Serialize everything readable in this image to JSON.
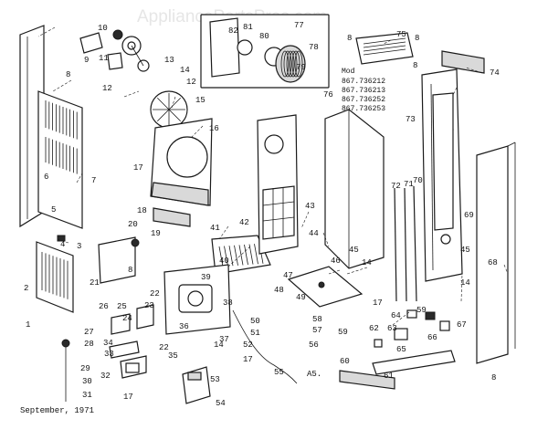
{
  "watermark": "AppliancePartsPros.com",
  "footer_date": "September, 1971",
  "model_box": {
    "header": "Mod",
    "models": [
      "867.736212",
      "867.736213",
      "867.736252",
      "867.736253"
    ]
  },
  "callouts": [
    {
      "id": "c9",
      "text": "9"
    },
    {
      "id": "c10",
      "text": "10"
    },
    {
      "id": "c11",
      "text": "11"
    },
    {
      "id": "c12a",
      "text": "12"
    },
    {
      "id": "c12b",
      "text": "12"
    },
    {
      "id": "c13",
      "text": "13"
    },
    {
      "id": "c14a",
      "text": "14"
    },
    {
      "id": "c15",
      "text": "15"
    },
    {
      "id": "c16",
      "text": "16"
    },
    {
      "id": "c17a",
      "text": "17"
    },
    {
      "id": "c18",
      "text": "18"
    },
    {
      "id": "c19",
      "text": "19"
    },
    {
      "id": "c20",
      "text": "20"
    },
    {
      "id": "c8a",
      "text": "8"
    },
    {
      "id": "c6",
      "text": "6"
    },
    {
      "id": "c7",
      "text": "7"
    },
    {
      "id": "c5",
      "text": "5"
    },
    {
      "id": "c4",
      "text": "4"
    },
    {
      "id": "c3",
      "text": "3"
    },
    {
      "id": "c2",
      "text": "2"
    },
    {
      "id": "c1",
      "text": "1"
    },
    {
      "id": "c21",
      "text": "21"
    },
    {
      "id": "c22a",
      "text": "22"
    },
    {
      "id": "c8b",
      "text": "8"
    },
    {
      "id": "c26",
      "text": "26"
    },
    {
      "id": "c25",
      "text": "25"
    },
    {
      "id": "c24",
      "text": "24"
    },
    {
      "id": "c23",
      "text": "23"
    },
    {
      "id": "c27",
      "text": "27"
    },
    {
      "id": "c28",
      "text": "28"
    },
    {
      "id": "c29",
      "text": "29"
    },
    {
      "id": "c30",
      "text": "30"
    },
    {
      "id": "c31",
      "text": "31"
    },
    {
      "id": "c32",
      "text": "32"
    },
    {
      "id": "c33",
      "text": "33"
    },
    {
      "id": "c34",
      "text": "34"
    },
    {
      "id": "c35",
      "text": "35"
    },
    {
      "id": "c22b",
      "text": "22"
    },
    {
      "id": "c36",
      "text": "36"
    },
    {
      "id": "c17b",
      "text": "17"
    },
    {
      "id": "c37",
      "text": "37"
    },
    {
      "id": "c38",
      "text": "38"
    },
    {
      "id": "c39",
      "text": "39"
    },
    {
      "id": "c40",
      "text": "40"
    },
    {
      "id": "c41",
      "text": "41"
    },
    {
      "id": "c42",
      "text": "42"
    },
    {
      "id": "c43",
      "text": "43"
    },
    {
      "id": "c44",
      "text": "44"
    },
    {
      "id": "c45a",
      "text": "45"
    },
    {
      "id": "c46",
      "text": "46"
    },
    {
      "id": "c14b",
      "text": "14"
    },
    {
      "id": "c47",
      "text": "47"
    },
    {
      "id": "c48",
      "text": "48"
    },
    {
      "id": "c49",
      "text": "49"
    },
    {
      "id": "c50",
      "text": "50"
    },
    {
      "id": "c51",
      "text": "51"
    },
    {
      "id": "c52",
      "text": "52"
    },
    {
      "id": "c53",
      "text": "53"
    },
    {
      "id": "c14c",
      "text": "14"
    },
    {
      "id": "c17c",
      "text": "17"
    },
    {
      "id": "c54",
      "text": "54"
    },
    {
      "id": "c55",
      "text": "55"
    },
    {
      "id": "cA5",
      "text": "A5."
    },
    {
      "id": "c56",
      "text": "56"
    },
    {
      "id": "c57",
      "text": "57"
    },
    {
      "id": "c58",
      "text": "58"
    },
    {
      "id": "c59a",
      "text": "59"
    },
    {
      "id": "c17d",
      "text": "17"
    },
    {
      "id": "c60",
      "text": "60"
    },
    {
      "id": "c61",
      "text": "61"
    },
    {
      "id": "c62",
      "text": "62"
    },
    {
      "id": "c63",
      "text": "63"
    },
    {
      "id": "c64",
      "text": "64"
    },
    {
      "id": "c65",
      "text": "65"
    },
    {
      "id": "c66",
      "text": "66"
    },
    {
      "id": "c59b",
      "text": "59"
    },
    {
      "id": "c67",
      "text": "67"
    },
    {
      "id": "c68",
      "text": "68"
    },
    {
      "id": "c69",
      "text": "69"
    },
    {
      "id": "c70",
      "text": "70"
    },
    {
      "id": "c71",
      "text": "71"
    },
    {
      "id": "c72",
      "text": "72"
    },
    {
      "id": "c73",
      "text": "73"
    },
    {
      "id": "c8c",
      "text": "8"
    },
    {
      "id": "c8d",
      "text": "8"
    },
    {
      "id": "c8e",
      "text": "8"
    },
    {
      "id": "c75",
      "text": "75"
    },
    {
      "id": "c74",
      "text": "74"
    },
    {
      "id": "c45b",
      "text": "45"
    },
    {
      "id": "c14d",
      "text": "14"
    },
    {
      "id": "c8f",
      "text": "8"
    },
    {
      "id": "c76",
      "text": "76"
    },
    {
      "id": "c77",
      "text": "77"
    },
    {
      "id": "c78",
      "text": "78"
    },
    {
      "id": "c79",
      "text": "79"
    },
    {
      "id": "c80",
      "text": "80"
    },
    {
      "id": "c81",
      "text": "81"
    },
    {
      "id": "c82",
      "text": "82"
    }
  ]
}
